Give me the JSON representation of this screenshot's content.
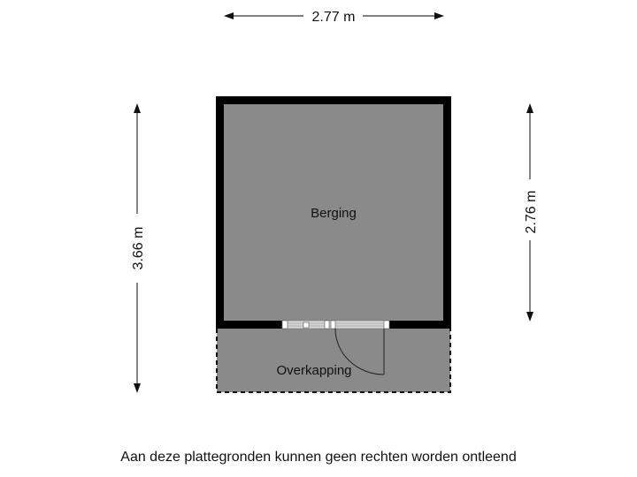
{
  "floorplan": {
    "rooms": [
      {
        "name": "Berging",
        "fill": "#8a8a8a"
      },
      {
        "name": "Overkapping",
        "fill": "#8a8a8a",
        "border": "dashed"
      }
    ],
    "dimensions": {
      "top": "2.77 m",
      "left": "3.66 m",
      "right": "2.76 m"
    },
    "colors": {
      "wall": "#000000",
      "room_fill": "#8a8a8a",
      "background": "#ffffff",
      "dimension_line": "#333333"
    }
  },
  "caption": "Aan deze plattegronden kunnen geen rechten worden ontleend"
}
